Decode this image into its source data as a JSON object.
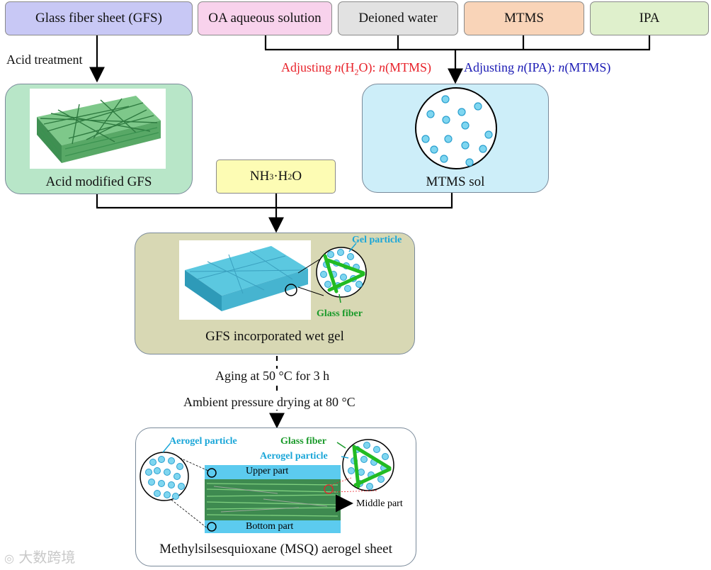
{
  "inputs": {
    "gfs": "Glass fiber sheet (GFS)",
    "oa": "OA aqueous solution",
    "water": "Deioned water",
    "mtms": "MTMS",
    "ipa": "IPA"
  },
  "steps": {
    "acid_treatment": "Acid treatment",
    "adjust_water_prefix": "Adjusting ",
    "adjust_water_n1": "n",
    "adjust_water_mid": "(H",
    "adjust_water_sub": "2",
    "adjust_water_mid2": "O): ",
    "adjust_water_n2": "n",
    "adjust_water_suffix": "(MTMS)",
    "adjust_ipa_prefix": "Adjusting ",
    "adjust_ipa_n1": "n",
    "adjust_ipa_mid": "(IPA): ",
    "adjust_ipa_n2": "n",
    "adjust_ipa_suffix": "(MTMS)",
    "aging": "Aging at 50 °C for 3 h",
    "drying": "Ambient pressure drying at 80 °C"
  },
  "intermediates": {
    "acid_gfs": "Acid modified GFS",
    "mtms_sol": "MTMS sol",
    "nh3_a": "NH",
    "nh3_sub": "3",
    "nh3_dot": "·H",
    "nh3_sub2": "2",
    "nh3_b": "O",
    "wet_gel": "GFS incorporated wet gel",
    "gel_particle": "Gel particle",
    "glass_fiber_1": "Glass fiber"
  },
  "product": {
    "title": "Methylsilsesquioxane (MSQ) aerogel sheet",
    "aerogel_particle_left": "Aerogel particle",
    "glass_fiber_2": "Glass fiber",
    "aerogel_particle_right": "Aerogel particle",
    "upper": "Upper part",
    "middle": "Middle part",
    "bottom": "Bottom part"
  },
  "watermark": "大数跨境",
  "colors": {
    "gfs_box": "#c8c8f5",
    "oa_box": "#f8d2ec",
    "water_box": "#e2e2e2",
    "mtms_box": "#f9d4b8",
    "ipa_box": "#dff0cc",
    "acid_panel": "#b8e6c8",
    "sol_panel": "#cdeef9",
    "nh3_box": "#fdfcb4",
    "gel_panel": "#d8d8b4",
    "red_text": "#e8222a",
    "blue_text": "#1a1ab4",
    "cyan_text": "#1aa6d8",
    "green_text": "#1a9a2a"
  }
}
